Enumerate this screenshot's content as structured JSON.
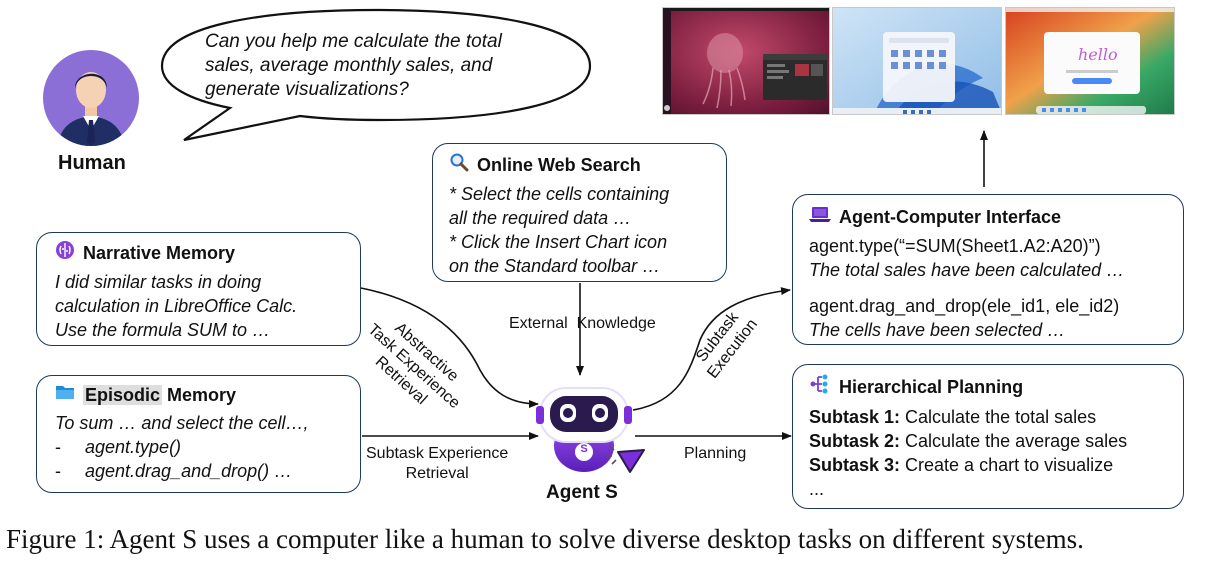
{
  "human": {
    "label": "Human",
    "speech": [
      "Can you help me calculate the total",
      "sales, average monthly sales, and",
      "generate visualizations?"
    ]
  },
  "web_search": {
    "title": "Online Web Search",
    "lines": [
      "* Select the cells containing",
      "all the required data …",
      "* Click the Insert Chart icon",
      "on the Standard toolbar …"
    ]
  },
  "narrative_memory": {
    "title": "Narrative Memory",
    "lines": [
      "I did similar tasks in doing",
      "calculation in LibreOffice Calc.",
      "Use the formula SUM to …"
    ]
  },
  "episodic_memory": {
    "title_highlight": "Episodic",
    "title_rest": " Memory",
    "lead": "To sum … and select the cell…,",
    "bullets": [
      "agent.type()",
      "agent.drag_and_drop() …"
    ],
    "bullet_marker": "-"
  },
  "aci": {
    "title": "Agent-Computer Interface",
    "code1": "agent.type(“=SUM(Sheet1.A2:A20)”)",
    "note1": "The total sales have been calculated …",
    "code2": "agent.drag_and_drop(ele_id1, ele_id2)",
    "note2": "The cells have been selected …"
  },
  "planning": {
    "title": "Hierarchical Planning",
    "subtasks": [
      {
        "label": "Subtask 1:",
        "text": " Calculate the total sales"
      },
      {
        "label": "Subtask 2:",
        "text": " Calculate the average sales"
      },
      {
        "label": "Subtask 3:",
        "text": " Create a chart to visualize"
      }
    ],
    "ellipsis": "..."
  },
  "edges": {
    "external_knowledge": "External  Knowledge",
    "abstractive": [
      "Abstractive",
      "Task Experience",
      "Retrieval"
    ],
    "subtask_experience": [
      "Subtask Experience",
      "Retrieval"
    ],
    "subtask_execution": [
      "Subtask",
      "Execution"
    ],
    "planning": "Planning"
  },
  "agent": {
    "label": "Agent S",
    "badge": "S"
  },
  "caption": "Figure 1: Agent S uses a computer like a human to solve diverse desktop tasks on different systems.",
  "icons": {
    "search": "magnifier-icon",
    "brain": "brain-icon",
    "folder": "folder-icon",
    "laptop": "laptop-icon",
    "hierarchy": "hierarchy-icon"
  },
  "colors": {
    "box_border": "#1f3a5a",
    "agent_purple": "#7b2fd8",
    "avatar_bg": "#8b6fd6",
    "highlight": "#dedede"
  }
}
